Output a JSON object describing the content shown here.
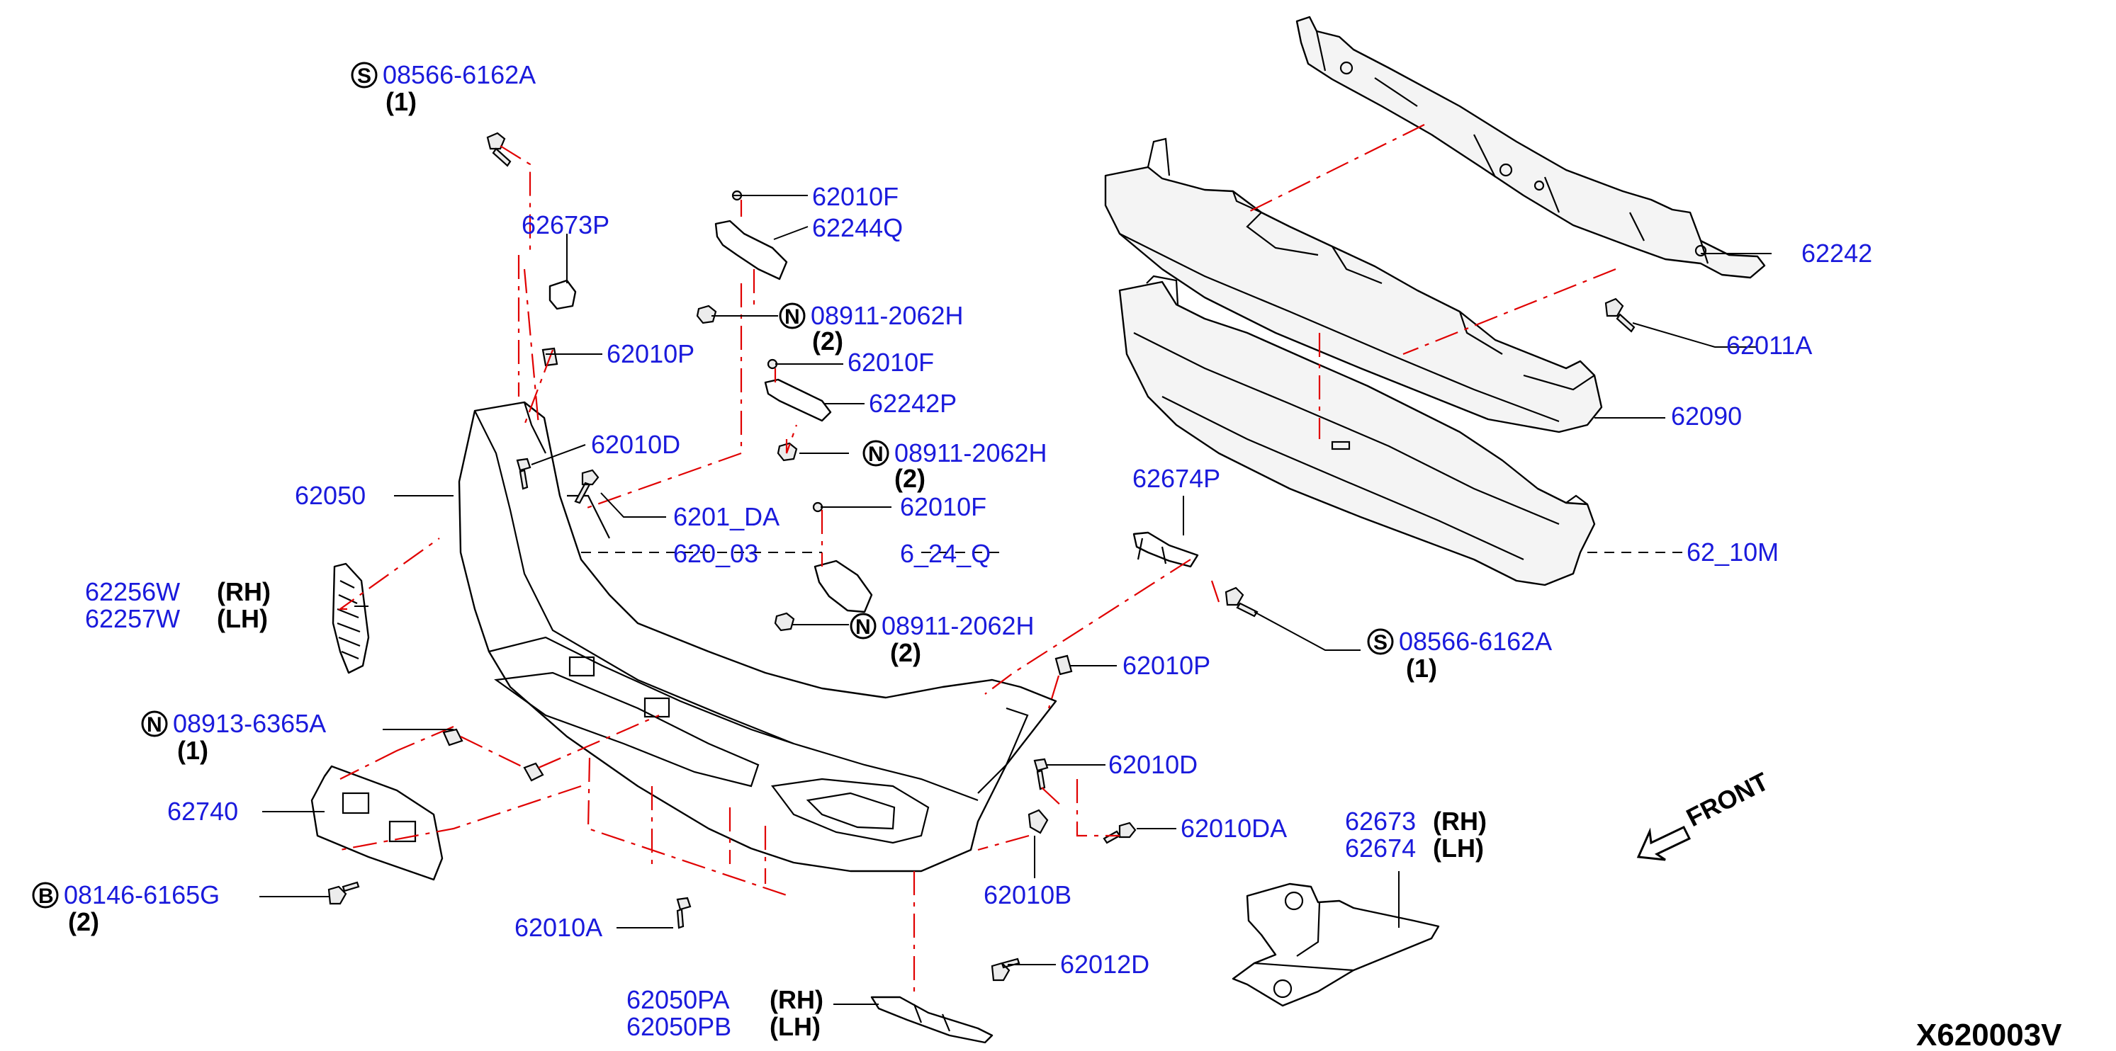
{
  "diagram_code": "X620003V",
  "front_label": "FRONT",
  "symbols": {
    "s": "S",
    "n": "N",
    "b": "B"
  },
  "labels": {
    "p08566_top": "08566-6162A",
    "q08566_top": "(1)",
    "p62673P": "62673P",
    "p62010F_1": "62010F",
    "p62244Q": "62244Q",
    "p08911_1": "08911-2062H",
    "q08911_1": "(2)",
    "p62010P_1": "62010P",
    "p62010F_2": "62010F",
    "p62242P": "62242P",
    "p62010D_1": "62010D",
    "p08911_2": "08911-2062H",
    "q08911_2": "(2)",
    "p62050": "62050",
    "p62010DA_1": "6201_DA",
    "p62010F_3": "62010F",
    "p62010B_mid": "620_03",
    "p62244_mid": "6_24_Q",
    "p62256W": "62256W",
    "q62256W": "(RH)",
    "p62257W": "62257W",
    "q62257W": "(LH)",
    "p08911_3": "08911-2062H",
    "q08911_3": "(2)",
    "p08913": "08913-6365A",
    "q08913": "(1)",
    "p62740": "62740",
    "p08146": "08146-6165G",
    "q08146": "(2)",
    "p62010A": "62010A",
    "p62010P_2": "62010P",
    "p62010D_2": "62010D",
    "p62010DA_2": "62010DA",
    "p62010B": "62010B",
    "p62012D": "62012D",
    "p62050PA": "62050PA",
    "q62050PA": "(RH)",
    "p62050PB": "62050PB",
    "q62050PB": "(LH)",
    "p62242": "62242",
    "p62011A": "62011A",
    "p62090": "62090",
    "p62674P": "62674P",
    "p62210M": "62_10M",
    "p08566_right": "08566-6162A",
    "q08566_right": "(1)",
    "p62673": "62673",
    "q62673": "(RH)",
    "p62674": "62674",
    "q62674": "(LH)"
  },
  "colors": {
    "label": "#1a1adc",
    "dash": "#e00000",
    "line": "#000000"
  }
}
